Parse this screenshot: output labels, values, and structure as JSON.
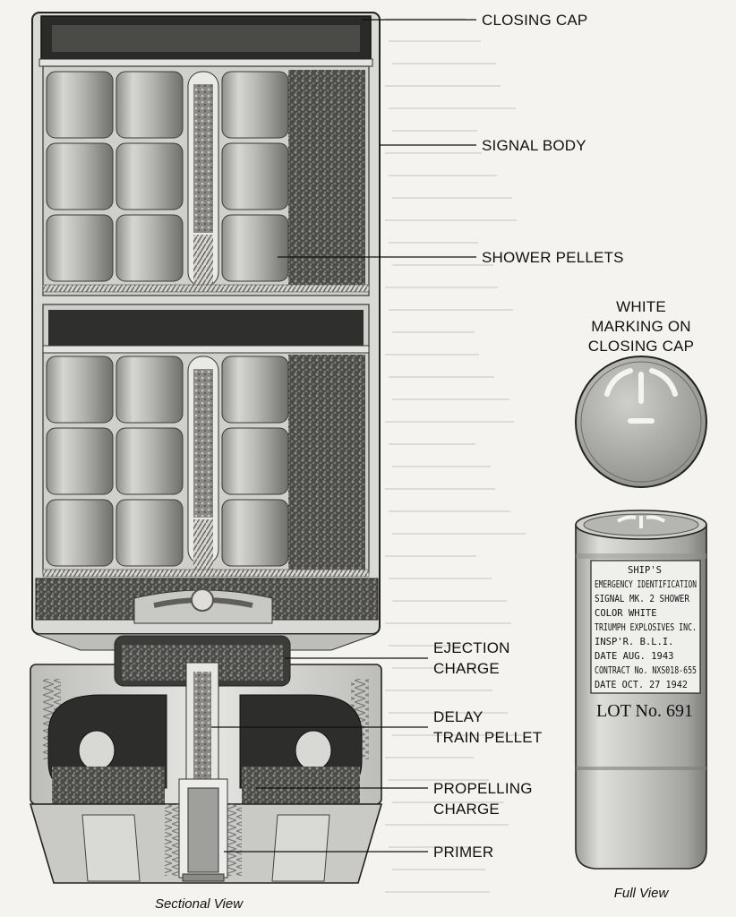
{
  "labels": {
    "closing_cap": "CLOSING CAP",
    "signal_body": "SIGNAL BODY",
    "shower_pellets": "SHOWER PELLETS",
    "white_marking_1": "WHITE",
    "white_marking_2": "MARKING ON",
    "white_marking_3": "CLOSING CAP",
    "ejection_charge_1": "EJECTION",
    "ejection_charge_2": "CHARGE",
    "delay_train_1": "DELAY",
    "delay_train_2": "TRAIN PELLET",
    "propelling_1": "PROPELLING",
    "propelling_2": "CHARGE",
    "primer": "PRIMER"
  },
  "captions": {
    "sectional": "Sectional View",
    "full": "Full View"
  },
  "plate": {
    "lines": [
      "SHIP'S",
      "EMERGENCY IDENTIFICATION",
      "SIGNAL MK. 2 SHOWER",
      "COLOR WHITE",
      "TRIUMPH EXPLOSIVES INC.",
      "INSP'R. B.L.I.",
      "DATE AUG. 1943",
      "CONTRACT No. NXS018-655",
      "DATE OCT. 27 1942"
    ],
    "lot": "LOT No. 691"
  },
  "colors": {
    "paper": "#f4f3ef",
    "ink": "#111111",
    "metal": "#b9b9b6",
    "granule": "#3a3a38"
  }
}
